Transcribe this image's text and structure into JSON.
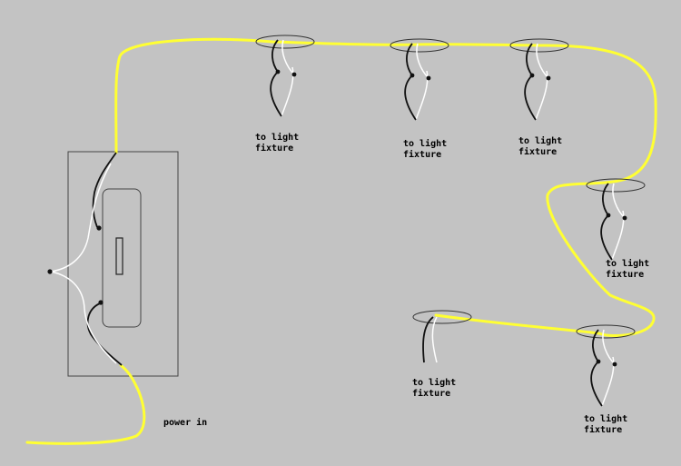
{
  "colors": {
    "background": "#c3c3c3",
    "hot_wire": "#ffff33",
    "neutral_wire": "#ffffff",
    "black_wire": "#111111",
    "box_outline": "#444444"
  },
  "labels": {
    "fixture_line1": "to light",
    "fixture_line2": "fixture",
    "power_in": "power in"
  },
  "fixture_count": 6
}
